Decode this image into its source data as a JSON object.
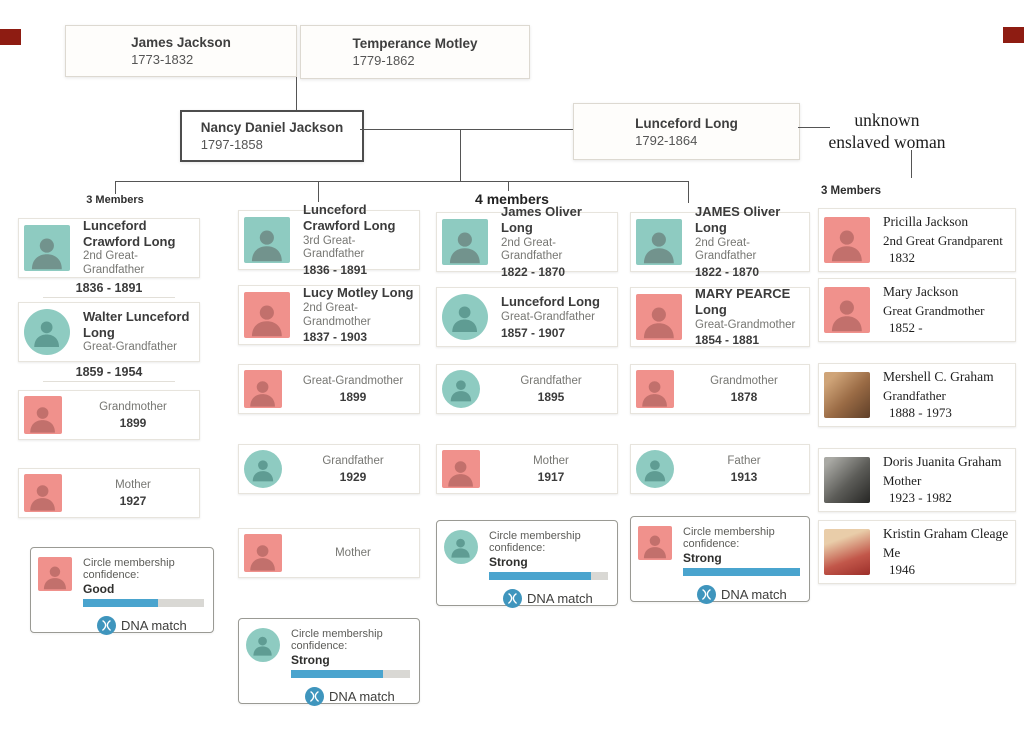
{
  "colors": {
    "teal": "#8ecbc1",
    "pink": "#f0918c",
    "bar_fill": "#4aa4ce",
    "bar_track": "#d9d8d4",
    "dna": "#3f95bd",
    "line": "#555555",
    "red_mark": "#8e1c12"
  },
  "tree": {
    "james": {
      "name": "James Jackson",
      "dates": "1773-1832"
    },
    "temperance": {
      "name": "Temperance Motley",
      "dates": "1779-1862"
    },
    "nancy": {
      "name": "Nancy Daniel Jackson",
      "dates": "1797-1858"
    },
    "lunceford": {
      "name": "Lunceford Long",
      "dates": "1792-1864"
    },
    "unknown": {
      "line1": "unknown",
      "line2": "enslaved woman"
    }
  },
  "group_labels": {
    "left": "3 Members",
    "middle": "4 members",
    "right": "3 Members"
  },
  "columns": [
    {
      "id": "col1",
      "cards": [
        {
          "name": "Lunceford Crawford Long",
          "relation": "2nd Great-Grandfather",
          "dates": "1836 - 1891",
          "dates_below": true,
          "avatar": "teal-square"
        },
        {
          "name": "Walter Lunceford Long",
          "relation": "Great-Grandfather",
          "dates": "1859 - 1954",
          "dates_below": true,
          "avatar": "teal-circle"
        },
        {
          "relation": "Grandmother",
          "dates": "1899",
          "avatar": "pink-square"
        },
        {
          "relation": "Mother",
          "dates": "1927",
          "avatar": "pink-square"
        }
      ],
      "confidence": {
        "label": "Circle membership confidence:",
        "level": "Good",
        "percent": 62,
        "dna_label": "DNA match",
        "avatar": "pink-square"
      }
    },
    {
      "id": "col2",
      "cards": [
        {
          "name": "Lunceford Crawford Long",
          "relation": "3rd Great-Grandfather",
          "dates": "1836 - 1891",
          "avatar": "teal-square"
        },
        {
          "name": "Lucy Motley Long",
          "relation": "2nd Great-Grandmother",
          "dates": "1837 - 1903",
          "avatar": "pink-square"
        },
        {
          "relation": "Great-Grandmother",
          "dates": "1899",
          "avatar": "pink-square"
        },
        {
          "relation": "Grandfather",
          "dates": "1929",
          "avatar": "teal-circle"
        },
        {
          "relation": "Mother",
          "avatar": "pink-square"
        }
      ],
      "confidence": {
        "label": "Circle membership confidence:",
        "level": "Strong",
        "percent": 77,
        "dna_label": "DNA match",
        "avatar": "teal-circle"
      }
    },
    {
      "id": "col3",
      "cards": [
        {
          "name": "James Oliver Long",
          "relation": "2nd Great-Grandfather",
          "dates": "1822 - 1870",
          "avatar": "teal-square"
        },
        {
          "name": "Lunceford Long",
          "relation": "Great-Grandfather",
          "dates": "1857 - 1907",
          "avatar": "teal-circle"
        },
        {
          "relation": "Grandfather",
          "dates": "1895",
          "avatar": "teal-circle"
        },
        {
          "relation": "Mother",
          "dates": "1917",
          "avatar": "pink-square"
        }
      ],
      "confidence": {
        "label": "Circle membership confidence:",
        "level": "Strong",
        "percent": 86,
        "dna_label": "DNA match",
        "avatar": "teal-circle"
      }
    },
    {
      "id": "col4",
      "cards": [
        {
          "name": "JAMES Oliver Long",
          "relation": "2nd Great-Grandfather",
          "dates": "1822 - 1870",
          "avatar": "teal-square"
        },
        {
          "name": "MARY PEARCE Long",
          "relation": "Great-Grandmother",
          "dates": "1854 - 1881",
          "avatar": "pink-square"
        },
        {
          "relation": "Grandmother",
          "dates": "1878",
          "avatar": "pink-square"
        },
        {
          "relation": "Father",
          "dates": "1913",
          "avatar": "teal-circle"
        }
      ],
      "confidence": {
        "label": "Circle membership confidence:",
        "level": "Strong",
        "percent": 100,
        "dna_label": "DNA match",
        "avatar": "pink-square"
      }
    },
    {
      "id": "col5",
      "serif": true,
      "cards": [
        {
          "name": "Pricilla Jackson",
          "relation": "2nd Great Grandparent",
          "dates": "1832",
          "avatar": "pink-square"
        },
        {
          "name": "Mary Jackson",
          "relation": "Great Grandmother",
          "dates": "1852 -",
          "avatar": "pink-square"
        },
        {
          "name": "Mershell C. Graham",
          "relation": "Grandfather",
          "dates": "1888 - 1973",
          "avatar": "photo-sepia"
        },
        {
          "name": "Doris Juanita Graham",
          "relation": "Mother",
          "dates": "1923 - 1982",
          "avatar": "photo-bw"
        },
        {
          "name": "Kristin Graham Cleage",
          "relation": "Me",
          "dates": "1946",
          "avatar": "photo-color"
        }
      ]
    }
  ]
}
